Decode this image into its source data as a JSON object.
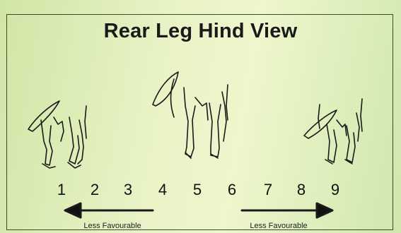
{
  "title": "Rear Leg Hind View",
  "scale_numbers": [
    "1",
    "2",
    "3",
    "4",
    "5",
    "6",
    "7",
    "8",
    "9"
  ],
  "left_label": "Less Favourable",
  "right_label": "Less Favourable",
  "colors": {
    "background": "#e9f3c6",
    "ink": "#111111"
  }
}
